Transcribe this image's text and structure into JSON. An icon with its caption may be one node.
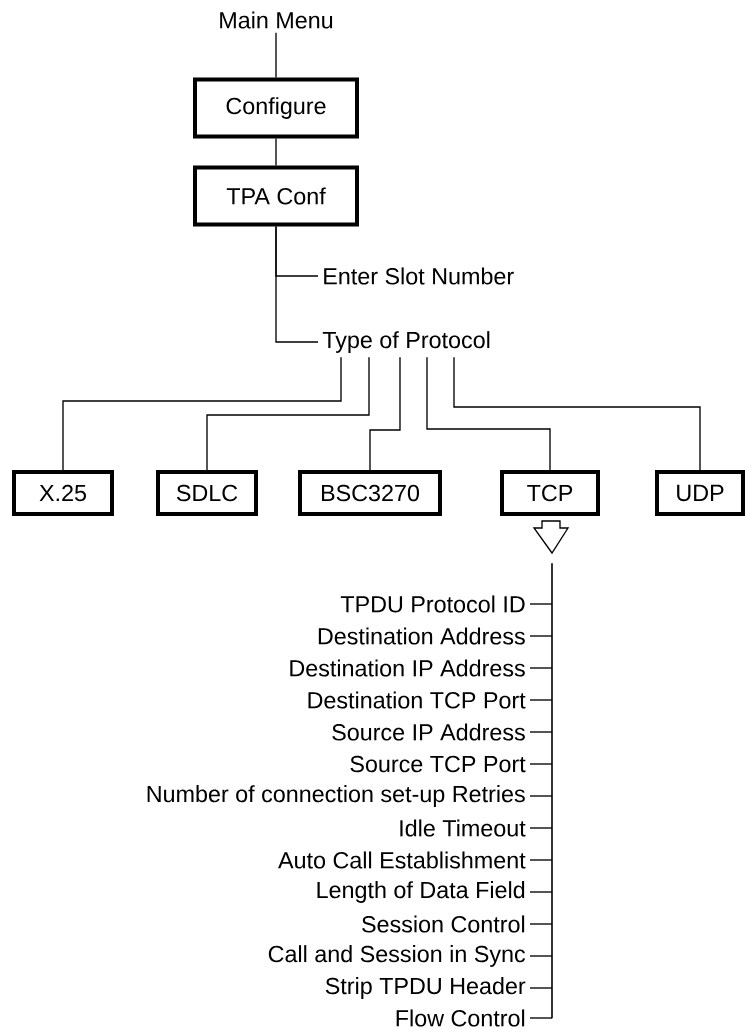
{
  "diagram": {
    "nodes": [
      {
        "text": [
          "Main Menu"
        ]
      },
      {
        "text": [
          "Configure"
        ]
      },
      {
        "text": [
          "TPA Conf"
        ]
      },
      {
        "text": [
          "Enter Slot Number"
        ]
      },
      {
        "text": [
          "Type of Protocol"
        ]
      },
      {
        "text": [
          "X.25"
        ]
      },
      {
        "text": [
          "SDLC"
        ]
      },
      {
        "text": [
          "BSC3270"
        ]
      },
      {
        "text": [
          "TCP"
        ]
      },
      {
        "text": [
          "UDP"
        ]
      },
      {
        "text": [],
        "shape": "bar"
      },
      {
        "text": [
          "TPDU Protocol ID"
        ]
      },
      {
        "text": [
          "Destination Address"
        ]
      },
      {
        "text": [
          "Destination IP Address"
        ]
      },
      {
        "text": [
          "Destination TCP Port"
        ]
      },
      {
        "text": [
          "Source IP Address"
        ]
      },
      {
        "text": [
          "Source TCP Port"
        ]
      },
      {
        "text": [
          "Number of connection set-up Retries"
        ]
      },
      {
        "text": [
          "Idle Timeout"
        ]
      },
      {
        "text": [
          "Auto Call Establishment"
        ]
      },
      {
        "text": [
          "Length of Data Field"
        ]
      },
      {
        "text": [
          "Session Control"
        ]
      },
      {
        "text": [
          "Call and Session in Sync"
        ]
      },
      {
        "text": [
          "Strip TPDU Header"
        ]
      },
      {
        "text": [
          "Flow Control"
        ]
      }
    ],
    "edges": [
      {
        "from": 0,
        "to": 1,
        "arrow": "none"
      },
      {
        "from": 1,
        "to": 2,
        "arrow": "none"
      },
      {
        "from": 2,
        "to": 3,
        "arrow": "none"
      },
      {
        "from": 2,
        "to": 4,
        "arrow": "none"
      },
      {
        "from": 4,
        "to": 5,
        "arrow": "none"
      },
      {
        "from": 4,
        "to": 6,
        "arrow": "none"
      },
      {
        "from": 4,
        "to": 7,
        "arrow": "none"
      },
      {
        "from": 4,
        "to": 8,
        "arrow": "none"
      },
      {
        "from": 4,
        "to": 9,
        "arrow": "none"
      },
      {
        "from": 8,
        "to": 10,
        "arrow": "to"
      },
      {
        "from": 10,
        "to": 11,
        "arrow": "none"
      },
      {
        "from": 10,
        "to": 12,
        "arrow": "none"
      },
      {
        "from": 10,
        "to": 13,
        "arrow": "none"
      },
      {
        "from": 10,
        "to": 14,
        "arrow": "none"
      },
      {
        "from": 10,
        "to": 15,
        "arrow": "none"
      },
      {
        "from": 10,
        "to": 16,
        "arrow": "none"
      },
      {
        "from": 10,
        "to": 17,
        "arrow": "none"
      },
      {
        "from": 10,
        "to": 18,
        "arrow": "none"
      },
      {
        "from": 10,
        "to": 19,
        "arrow": "none"
      },
      {
        "from": 10,
        "to": 20,
        "arrow": "none"
      },
      {
        "from": 10,
        "to": 21,
        "arrow": "none"
      },
      {
        "from": 10,
        "to": 22,
        "arrow": "none"
      },
      {
        "from": 10,
        "to": 23,
        "arrow": "none"
      },
      {
        "from": 10,
        "to": 24,
        "arrow": "none"
      }
    ]
  }
}
